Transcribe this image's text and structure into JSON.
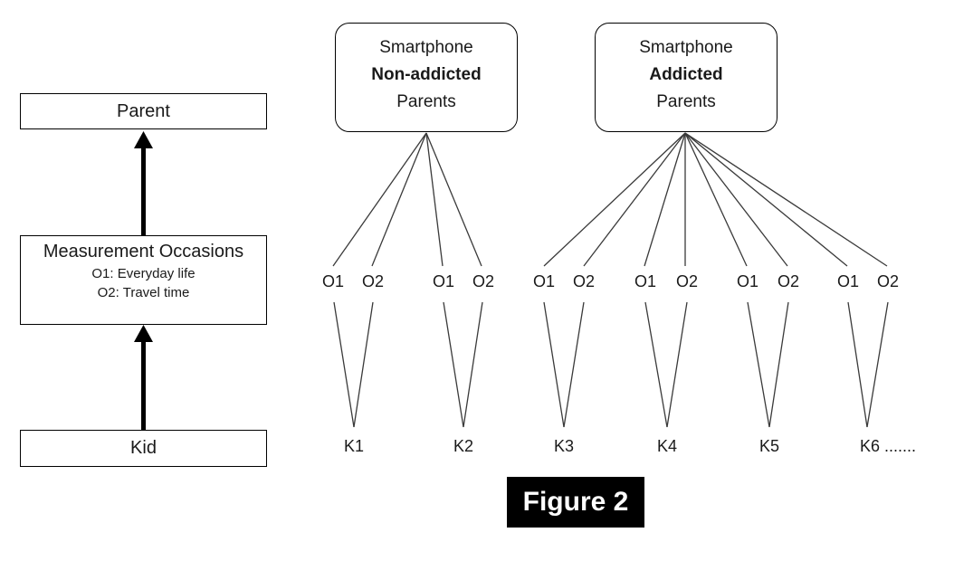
{
  "figure": {
    "caption": "Figure 2"
  },
  "left_flow": {
    "parent": "Parent",
    "measurement": {
      "title": "Measurement Occasions",
      "line1": "O1: Everyday life",
      "line2": "O2: Travel time"
    },
    "kid": "Kid"
  },
  "groups": [
    {
      "title_top": "Smartphone",
      "title_bold": "Non-addicted",
      "title_bottom": "Parents"
    },
    {
      "title_top": "Smartphone",
      "title_bold": "Addicted",
      "title_bottom": "Parents"
    }
  ],
  "occasions": [
    "O1",
    "O2",
    "O1",
    "O2",
    "O1",
    "O2",
    "O1",
    "O2",
    "O1",
    "O2",
    "O1",
    "O2"
  ],
  "kids": [
    "K1",
    "K2",
    "K3",
    "K4",
    "K5",
    "K6 ......."
  ],
  "colors": {
    "line": "#3a3a3a",
    "border": "#000000",
    "caption_bg": "#000000",
    "caption_text": "#ffffff"
  }
}
